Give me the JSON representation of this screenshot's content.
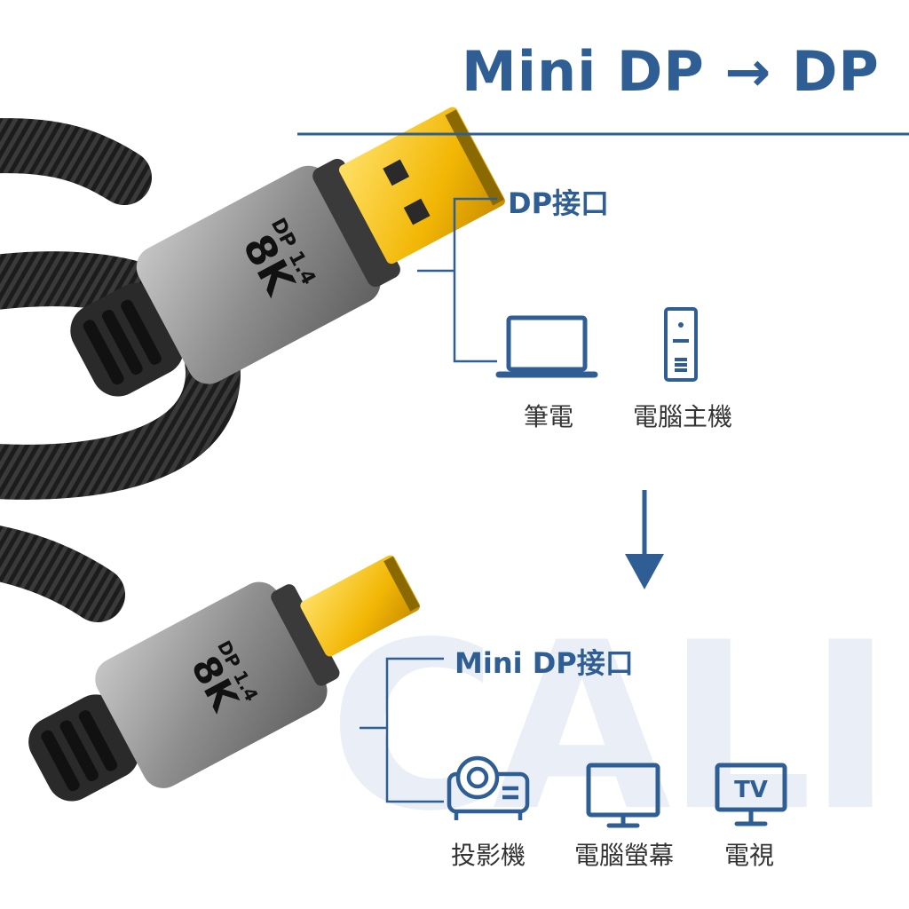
{
  "title": "Mini DP → DP",
  "watermark": "CALI",
  "plug_top": {
    "label_size": "8K",
    "label_version": "DP 1.4"
  },
  "plug_bottom": {
    "label_size": "8K",
    "label_version": "DP 1.4"
  },
  "dp_port": {
    "label": "DP接口",
    "devices": [
      {
        "icon": "laptop-icon",
        "label": "筆電"
      },
      {
        "icon": "desktop-tower-icon",
        "label": "電腦主機"
      }
    ]
  },
  "mini_dp_port": {
    "label": "Mini DP接口",
    "devices": [
      {
        "icon": "projector-icon",
        "label": "投影機"
      },
      {
        "icon": "monitor-icon",
        "label": "電腦螢幕"
      },
      {
        "icon": "tv-icon",
        "label": "電視",
        "icon_text": "TV"
      }
    ]
  },
  "colors": {
    "accent": "#2f5e94",
    "line": "#2f5e94",
    "gold": "#f2c21b",
    "shell": "#9a9a9a"
  }
}
